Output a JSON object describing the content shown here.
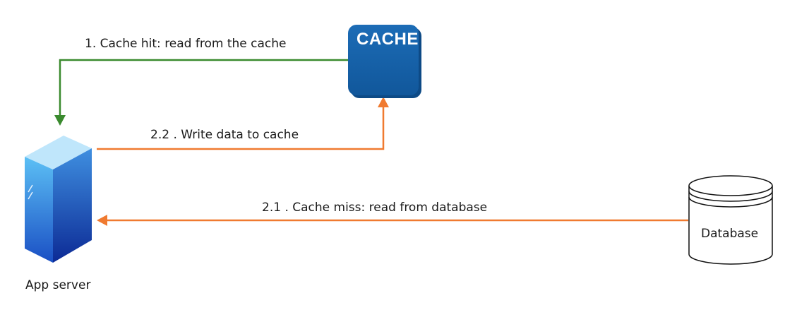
{
  "nodes": {
    "cache": {
      "label": "CACHE"
    },
    "app_server": {
      "label": "App server"
    },
    "database": {
      "label": "Database"
    }
  },
  "edges": {
    "cache_hit": {
      "label": "1. Cache hit: read from the cache",
      "color": "#3a8a2e"
    },
    "write_cache": {
      "label": "2.2 . Write data to cache",
      "color": "#f07a30"
    },
    "cache_miss": {
      "label": "2.1 . Cache miss: read from database",
      "color": "#f07a30"
    }
  },
  "colors": {
    "cache_fill": "#1762a8",
    "server_light": "#5cb8f2",
    "server_dark": "#1236b0"
  }
}
